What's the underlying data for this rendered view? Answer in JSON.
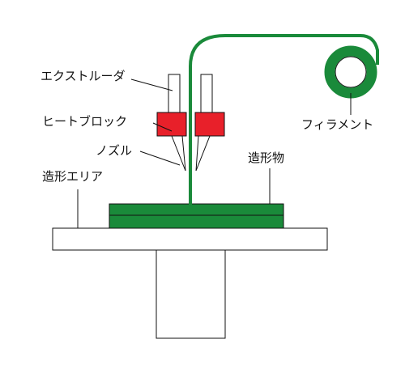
{
  "labels": {
    "extruder": "エクストルーダ",
    "heat_block": "ヒートブロック",
    "nozzle": "ノズル",
    "build_area": "造形エリア",
    "printed_object": "造形物",
    "filament": "フィラメント"
  },
  "colors": {
    "heat_block": "#e8202a",
    "filament": "#1a8a3a",
    "object": "#1a8a3a",
    "outline": "#111111",
    "background": "#ffffff"
  }
}
